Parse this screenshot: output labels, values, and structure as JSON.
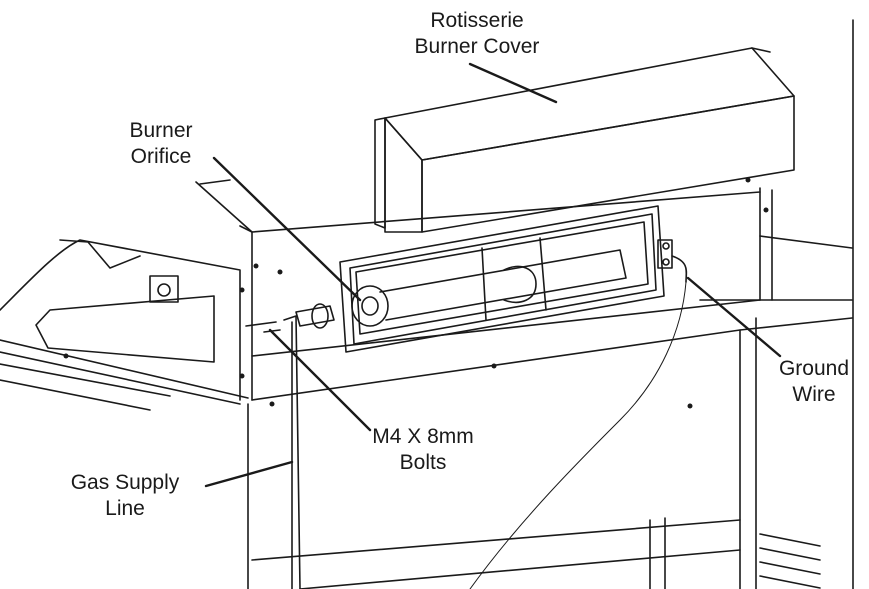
{
  "callouts": {
    "cover": {
      "line1": "Rotisserie",
      "line2": "Burner Cover"
    },
    "orifice": {
      "line1": "Burner",
      "line2": "Orifice"
    },
    "ground": {
      "line1": "Ground",
      "line2": "Wire"
    },
    "bolts": {
      "line1": "M4 X 8mm",
      "line2": "Bolts"
    },
    "gas": {
      "line1": "Gas Supply",
      "line2": "Line"
    }
  },
  "colors": {
    "line": "#1a1a1a",
    "background": "#ffffff"
  }
}
